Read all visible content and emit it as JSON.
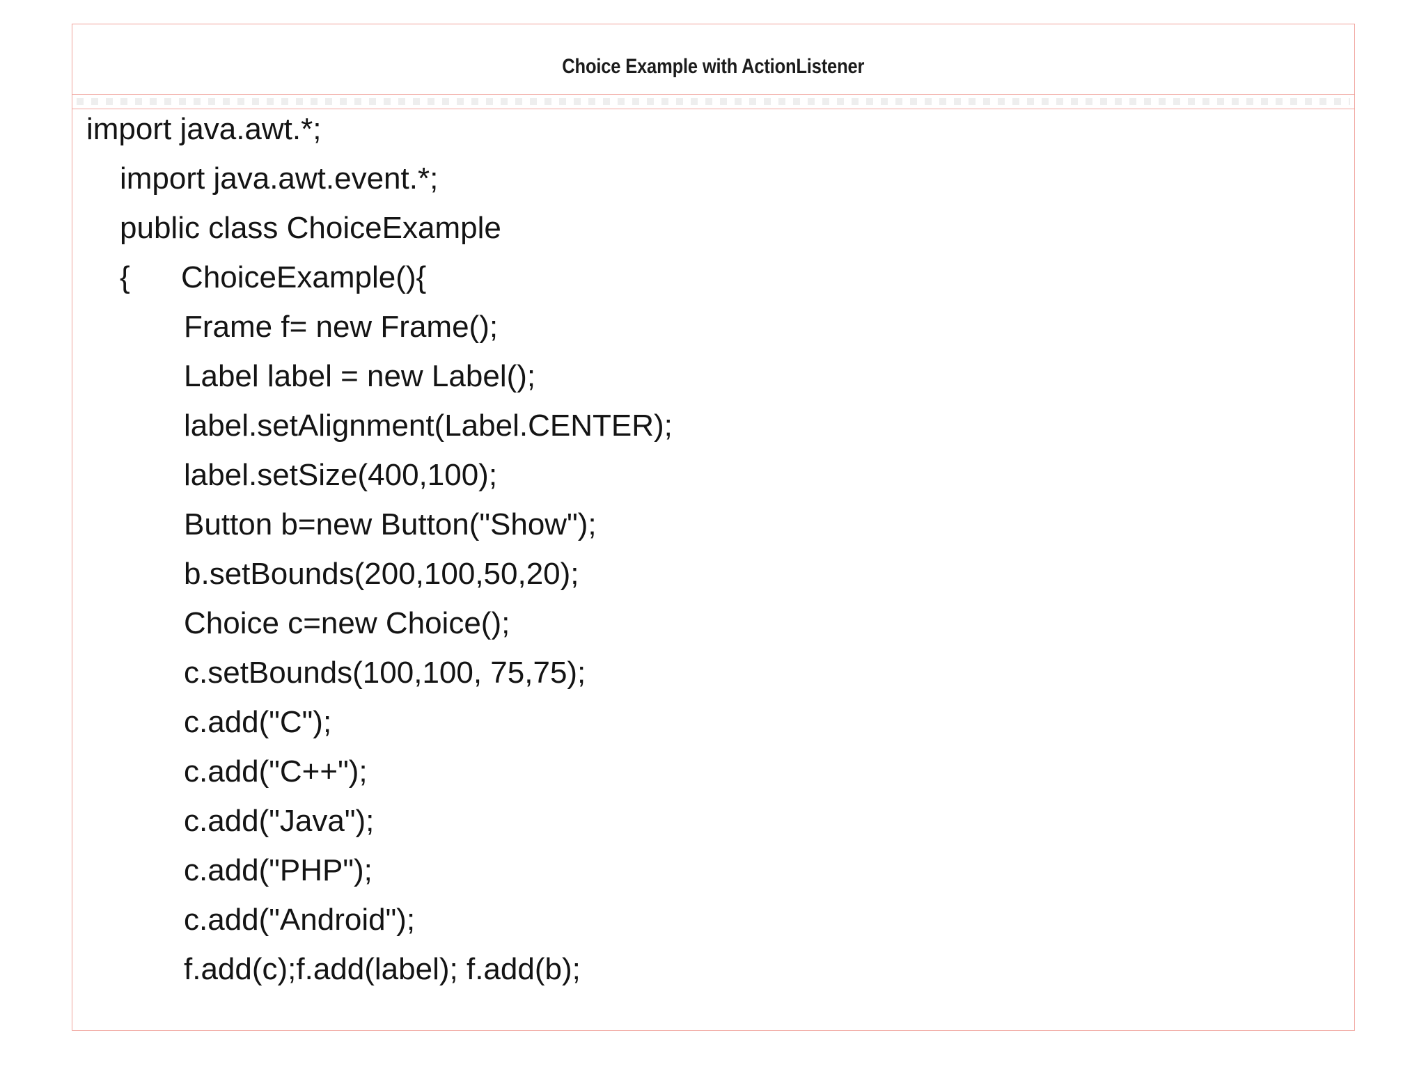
{
  "page": {
    "background_color": "#ffffff",
    "border_color": "#f0a29b",
    "text_color": "#141414",
    "title_color": "#1c1c1c"
  },
  "header": {
    "title": "Choice Example with ActionListener"
  },
  "code": {
    "language": "java",
    "lines": [
      {
        "text": "import java.awt.*;"
      },
      {
        "text": "import java.awt.event.*;"
      },
      {
        "text": "public class ChoiceExample"
      },
      {
        "text": "{      ChoiceExample(){"
      },
      {
        "text": "Frame f= new Frame();"
      },
      {
        "text": "Label label = new Label();"
      },
      {
        "text": "label.setAlignment(Label.CENTER);"
      },
      {
        "text": "label.setSize(400,100);"
      },
      {
        "text": "Button b=new Button(\"Show\");"
      },
      {
        "text": "b.setBounds(200,100,50,20);"
      },
      {
        "text": "Choice c=new Choice();"
      },
      {
        "text": "c.setBounds(100,100, 75,75);"
      },
      {
        "text": "c.add(\"C\");"
      },
      {
        "text": "c.add(\"C++\");"
      },
      {
        "text": "c.add(\"Java\");"
      },
      {
        "text": "c.add(\"PHP\");"
      },
      {
        "text": "c.add(\"Android\");"
      },
      {
        "text": "f.add(c);f.add(label); f.add(b);"
      }
    ]
  }
}
